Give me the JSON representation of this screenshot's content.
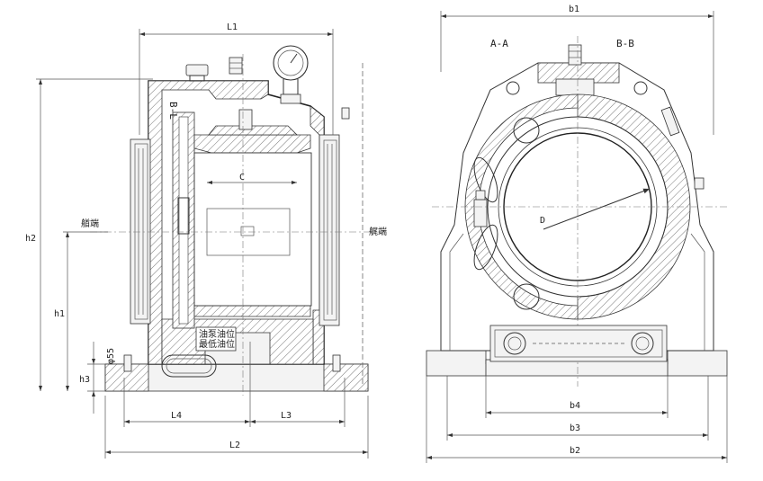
{
  "labels": {
    "b1": "b1",
    "b2": "b2",
    "b3": "b3",
    "b4": "b4",
    "l1": "L1",
    "l2": "L2",
    "l3": "L3",
    "l4": "L4",
    "h1": "h1",
    "h2": "h2",
    "h3": "h3",
    "phi55": "φ55",
    "c": "C",
    "d": "D",
    "section_aa": "A-A",
    "section_bb": "B-B",
    "bow_end": "艏端",
    "stern_end": "艉端",
    "bl": "B-L",
    "plate_line1": "油泵油位",
    "plate_line2": "最低油位"
  }
}
